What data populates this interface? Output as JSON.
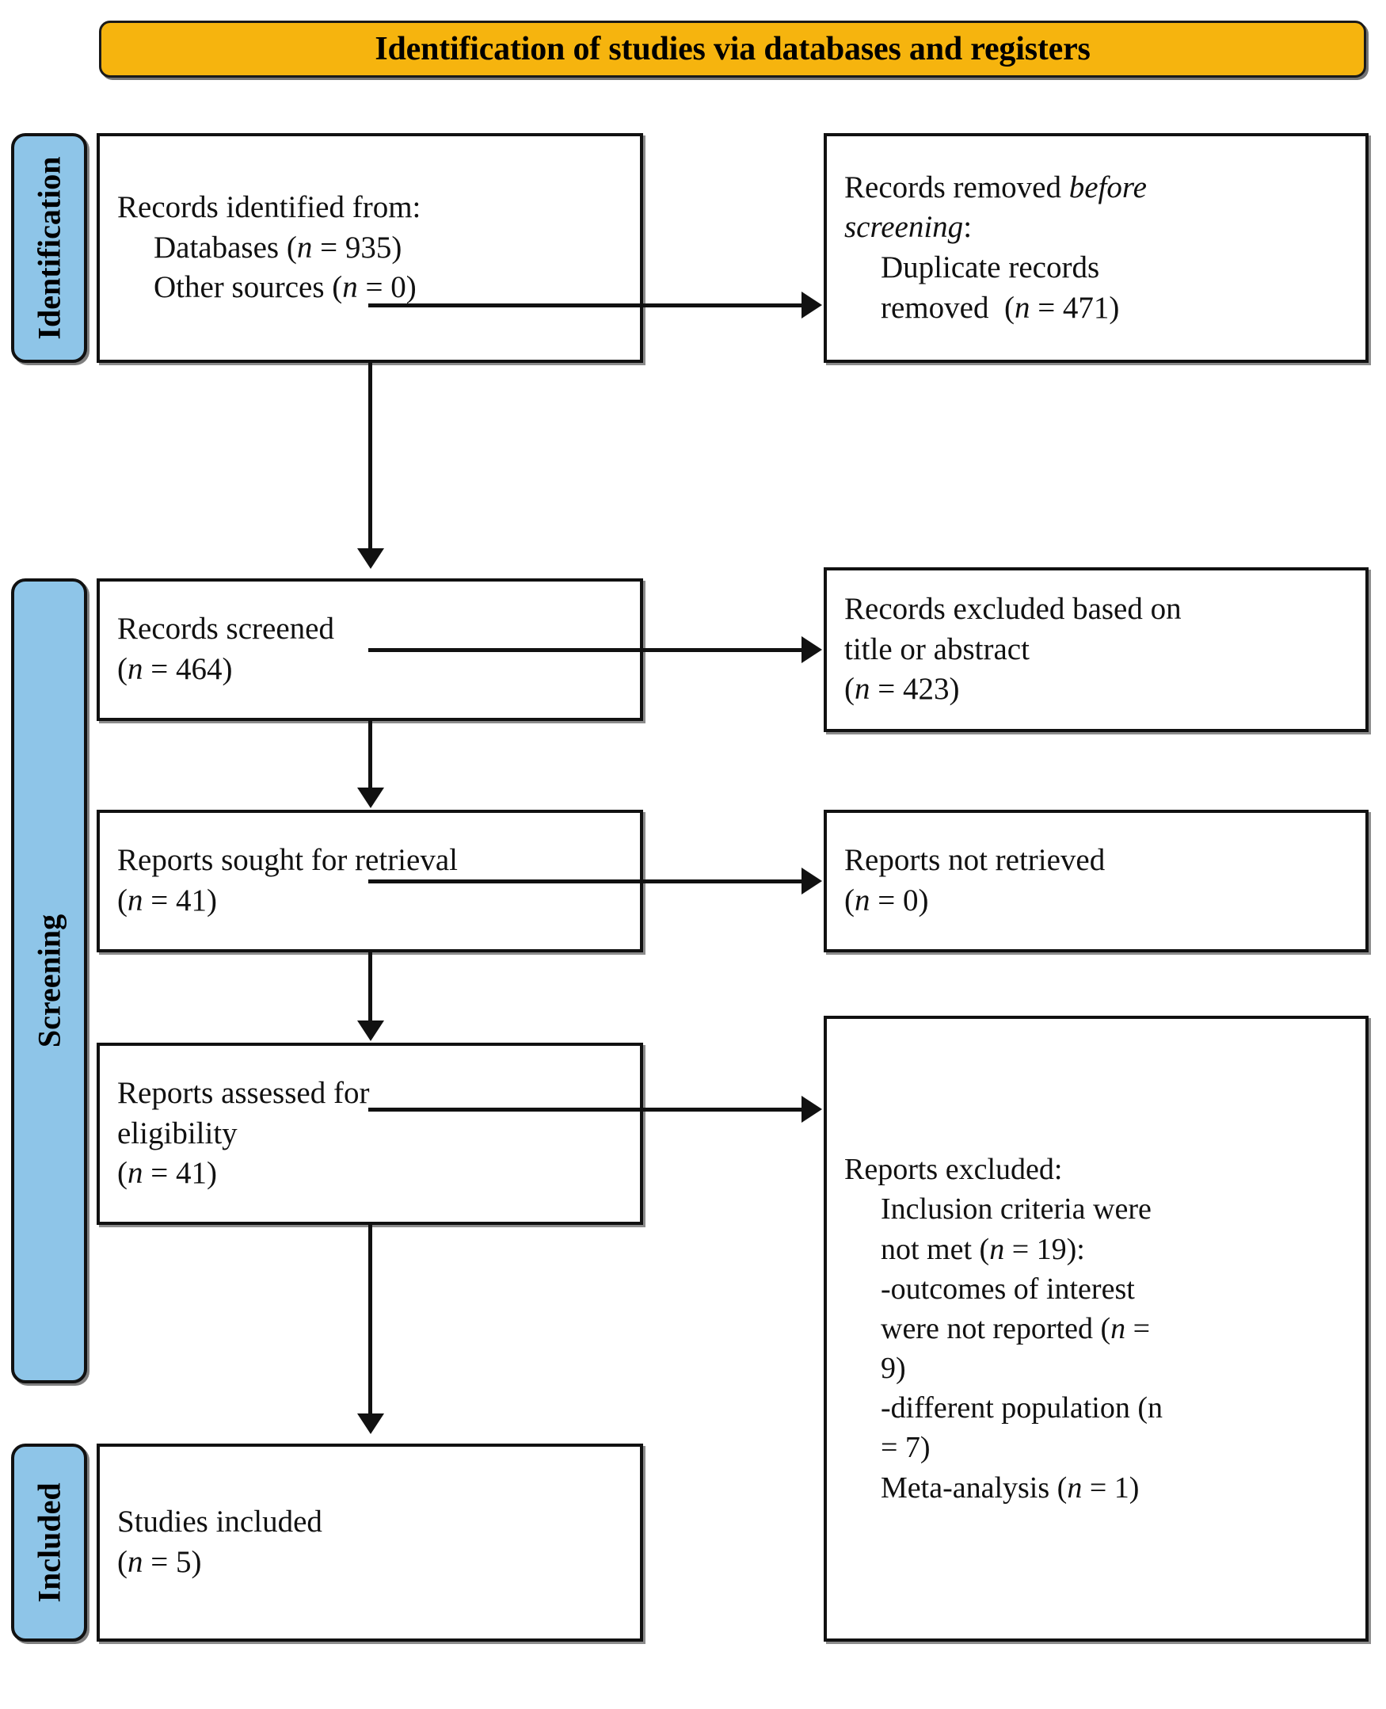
{
  "banner": {
    "title": "Identification of studies via databases and registers",
    "color": "#F6B40E"
  },
  "stages": {
    "identification": "Identification",
    "screening": "Screening",
    "included": "Included",
    "color": "#8EC5E8"
  },
  "boxes": {
    "identified": {
      "line1": "Records identified from:",
      "line2": "Databases (n = 935)",
      "line3": "Other sources (n = 0)"
    },
    "removed": {
      "line1_a": "Records removed ",
      "line1_em": "before",
      "line2_em": "screening",
      "line2_b": ":",
      "line3": "Duplicate records",
      "line4": "removed  (n = 471)"
    },
    "screened": {
      "line1": "Records screened",
      "line2": "(n = 464)"
    },
    "excluded_title_abstract": {
      "line1": "Records excluded based on",
      "line2": "title or abstract",
      "line3": "(n = 423)"
    },
    "sought": {
      "line1": "Reports sought for retrieval",
      "line2": "(n = 41)"
    },
    "not_retrieved": {
      "line1": "Reports not retrieved",
      "line2": "(n = 0)"
    },
    "assessed": {
      "line1": "Reports assessed for",
      "line2": "eligibility",
      "line3": "(n = 41)"
    },
    "excluded": {
      "line1": "Reports excluded:",
      "line2": "Inclusion criteria were",
      "line3": "not met (n = 19):",
      "line4": "-outcomes of interest",
      "line5": "were not reported (n =",
      "line6": "9)",
      "line7": "-different population (n",
      "line8": "= 7)",
      "line9": "Meta-analysis (n = 1)"
    },
    "studies_included": {
      "line1": "Studies included",
      "line2": "(n = 5)"
    }
  },
  "chart_data": {
    "type": "diagram",
    "title": "Identification of studies via databases and registers",
    "nodes": [
      {
        "id": "identified",
        "stage": "Identification",
        "label": "Records identified from: Databases (n = 935); Other sources (n = 0)",
        "n": 935
      },
      {
        "id": "removed",
        "stage": "Identification",
        "label": "Records removed before screening: Duplicate records removed (n = 471)",
        "n": 471
      },
      {
        "id": "screened",
        "stage": "Screening",
        "label": "Records screened (n = 464)",
        "n": 464
      },
      {
        "id": "excluded_ta",
        "stage": "Screening",
        "label": "Records excluded based on title or abstract (n = 423)",
        "n": 423
      },
      {
        "id": "sought",
        "stage": "Screening",
        "label": "Reports sought for retrieval (n = 41)",
        "n": 41
      },
      {
        "id": "not_retrieved",
        "stage": "Screening",
        "label": "Reports not retrieved (n = 0)",
        "n": 0
      },
      {
        "id": "assessed",
        "stage": "Screening",
        "label": "Reports assessed for eligibility (n = 41)",
        "n": 41
      },
      {
        "id": "excluded",
        "stage": "Screening",
        "label": "Reports excluded: Inclusion criteria were not met (n = 19); -outcomes of interest were not reported (n = 9); -different population (n = 7); Meta-analysis (n = 1)",
        "n": 19
      },
      {
        "id": "studies",
        "stage": "Included",
        "label": "Studies included (n = 5)",
        "n": 5
      }
    ],
    "edges": [
      {
        "from": "identified",
        "to": "removed",
        "direction": "right"
      },
      {
        "from": "identified",
        "to": "screened",
        "direction": "down"
      },
      {
        "from": "screened",
        "to": "excluded_ta",
        "direction": "right"
      },
      {
        "from": "screened",
        "to": "sought",
        "direction": "down"
      },
      {
        "from": "sought",
        "to": "not_retrieved",
        "direction": "right"
      },
      {
        "from": "sought",
        "to": "assessed",
        "direction": "down"
      },
      {
        "from": "assessed",
        "to": "excluded",
        "direction": "right"
      },
      {
        "from": "assessed",
        "to": "studies",
        "direction": "down"
      }
    ]
  }
}
